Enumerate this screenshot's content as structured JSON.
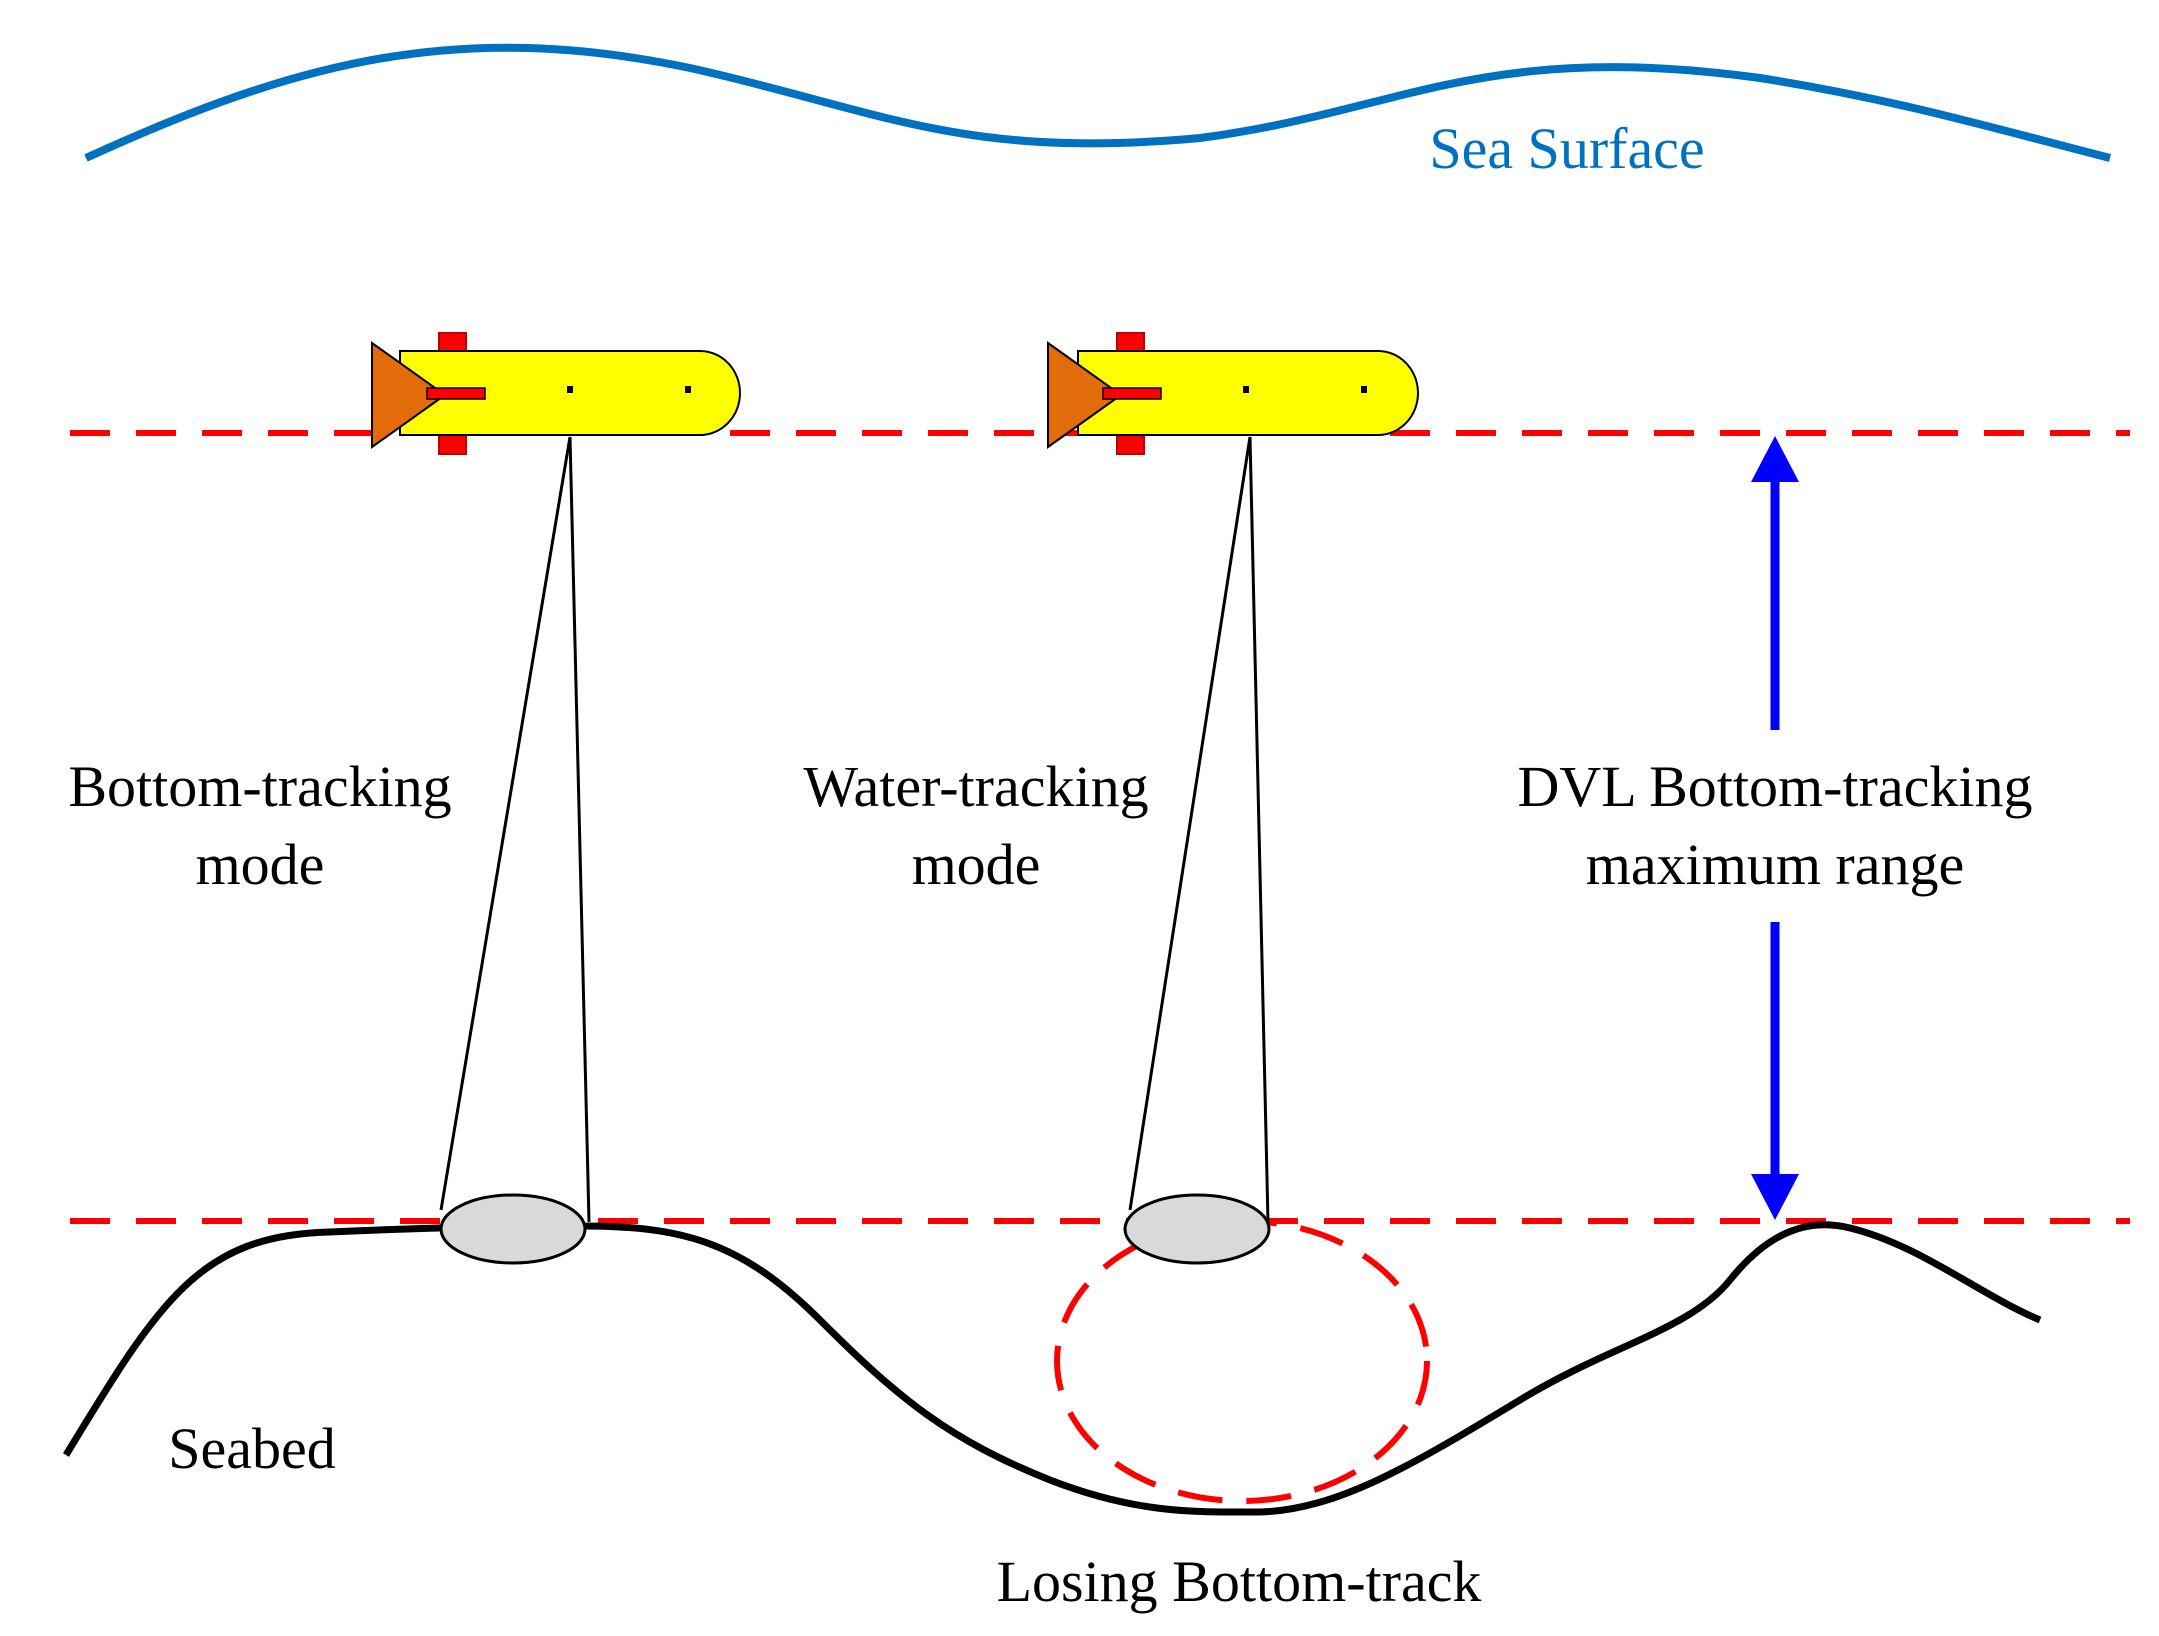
{
  "colors": {
    "sea_surface": "#0070C0",
    "guide_line": "#FF0000",
    "range_arrow": "#0000FF",
    "auv_body": "#FFFF00",
    "auv_nose": "#E26B0A",
    "auv_fin": "#FF0000",
    "beam_footprint": "#D9D9D9",
    "seabed": "#000000"
  },
  "labels": {
    "sea_surface": "Sea Surface",
    "bottom_mode_line1": "Bottom-tracking",
    "bottom_mode_line2": "mode",
    "water_mode_line1": "Water-tracking",
    "water_mode_line2": "mode",
    "range_line1": "DVL Bottom-tracking",
    "range_line2": "maximum range",
    "seabed": "Seabed",
    "losing_track": "Losing Bottom-track"
  }
}
